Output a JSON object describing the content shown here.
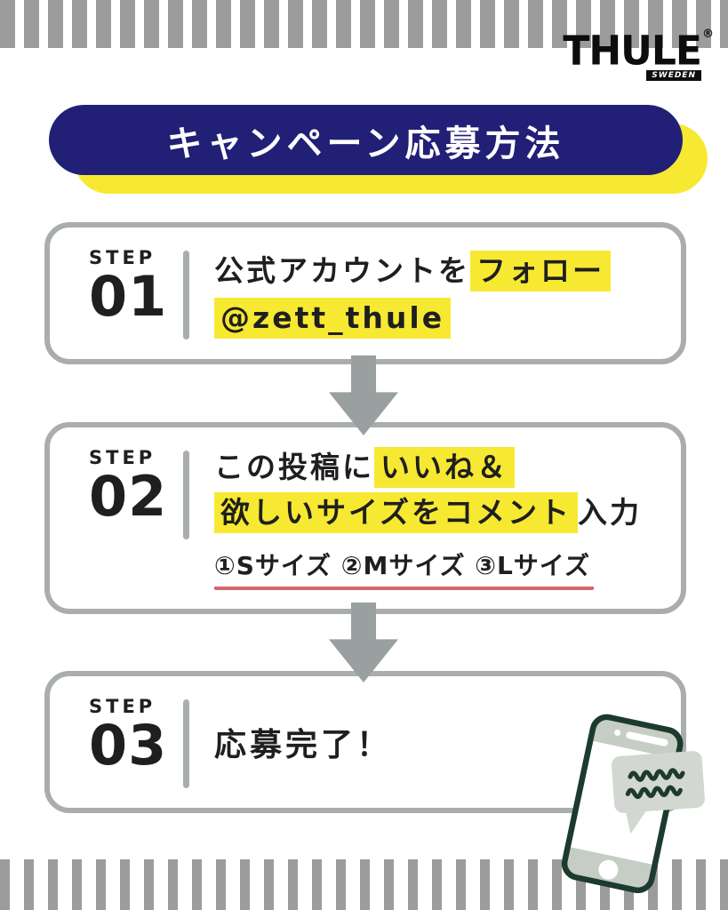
{
  "brand": {
    "logo": "THULE",
    "logo_sub": "SWEDEN",
    "registered_mark": "®"
  },
  "header": {
    "title": "キャンペーン応募方法"
  },
  "steps": [
    {
      "label": "STEP",
      "number": "01",
      "line1_plain": "公式アカウントを",
      "line1_highlight": "フォロー",
      "line2_highlight": "@zett_thule"
    },
    {
      "label": "STEP",
      "number": "02",
      "line1_plain": "この投稿に",
      "line1_highlight": "いいね＆",
      "line2_highlight": "欲しいサイズをコメント",
      "line2_suffix": "入力",
      "line3_options": "①Sサイズ ②Mサイズ ③Lサイズ"
    },
    {
      "label": "STEP",
      "number": "03",
      "line1_plain": "応募完了！"
    }
  ],
  "colors": {
    "banner_navy": "#221f76",
    "accent_yellow": "#f7e932",
    "stripe_gray": "#9c9c9c",
    "card_border_gray": "#a9adad",
    "arrow_gray": "#9aa0a0",
    "text_black": "#1f1f1f",
    "underline_red": "#d4686a",
    "illustration_dark_green": "#1d3a2f",
    "illustration_sage": "#c5cdc5"
  }
}
